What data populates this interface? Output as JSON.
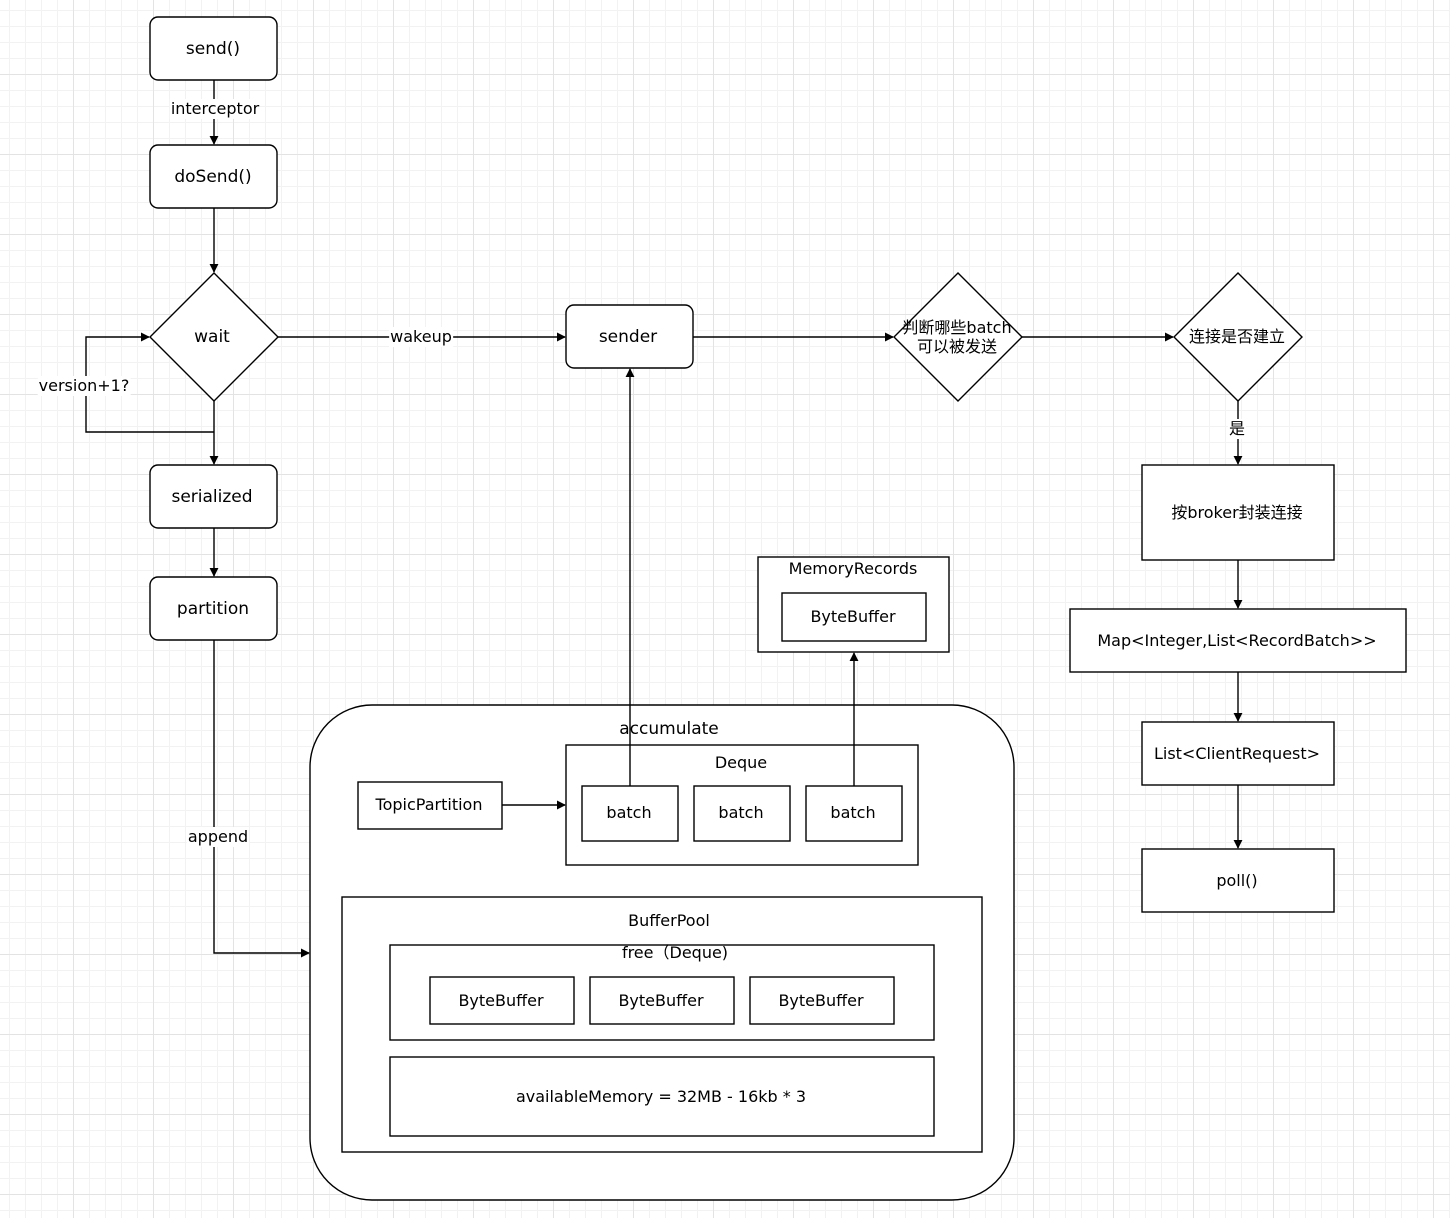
{
  "nodes": {
    "send": "send()",
    "do_send": "doSend()",
    "wait": "wait",
    "serialized": "serialized",
    "partition": "partition",
    "sender": "sender",
    "judge_batch": "判断哪些batch 可以被发送",
    "conn_check": "连接是否建立",
    "broker_wrap": "按broker封装连接",
    "map_type": "Map<Integer,List<RecordBatch>>",
    "client_request": "List<ClientRequest>",
    "poll": "poll()",
    "memory_records": "MemoryRecords",
    "memory_bytebuffer": "ByteBuffer",
    "accumulate": "accumulate",
    "topic_partition": "TopicPartition",
    "deque": "Deque",
    "batches": [
      "batch",
      "batch",
      "batch"
    ],
    "buffer_pool": "BufferPool",
    "free_deque": "free（Deque)",
    "free_bytebuffers": [
      "ByteBuffer",
      "ByteBuffer",
      "ByteBuffer"
    ],
    "available_memory": "availableMemory = 32MB - 16kb * 3"
  },
  "edges": {
    "interceptor": "interceptor",
    "wakeup": "wakeup",
    "version": "version+1?",
    "yes": "是",
    "append": "append"
  }
}
